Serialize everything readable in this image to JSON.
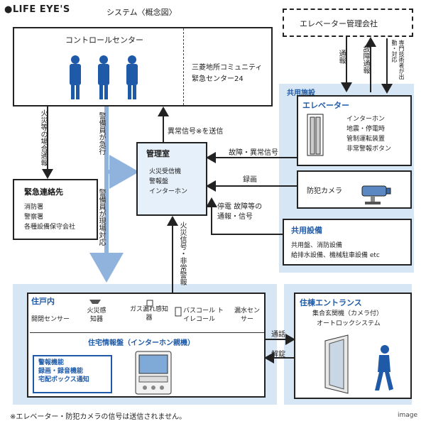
{
  "header": {
    "brand": "●LIFE EYE'S",
    "title": "システム〈概念図〉"
  },
  "control_center": {
    "title": "コントロールセンター",
    "org_line1": "三菱地所コミュニティ",
    "org_line2": "緊急センター24"
  },
  "elevator_company": {
    "title": "エレベーター管理会社"
  },
  "shared_facilities_label": "共用施設",
  "elevator": {
    "title": "エレベーター",
    "items": [
      "インターホン",
      "地震・停電時",
      "管制運転装置",
      "非常警報ボタン"
    ]
  },
  "camera": {
    "title": "防犯カメラ"
  },
  "shared_equipment": {
    "title": "共用設備",
    "line1": "共用盤、消防設備",
    "line2": "給排水設備、機械駐車設備 etc"
  },
  "emergency_contacts": {
    "title": "緊急連絡先",
    "items": [
      "消防署",
      "警察署",
      "各種設備保守会社"
    ]
  },
  "management_room": {
    "title": "管理室",
    "items": [
      "火災受信機",
      "警報盤",
      "インターホン"
    ]
  },
  "arrows": {
    "fire_notify": "火災等の場合通報",
    "guard_dispatch": "警備員が急行",
    "guard_response": "警備員が現場対応",
    "abnormal_signal": "異常信号※を送信",
    "fault_signal": "故障・異常信号",
    "recording": "録画",
    "outage_signal_1": "停電 故障等の",
    "outage_signal_2": "通報・信号",
    "fire_emergency": "火災信号・非常警報",
    "report": "通報",
    "failure_report": "故障通報",
    "dispatch_response": "専門技術者が出動・対応",
    "call": "通話",
    "unlock": "解錠"
  },
  "dwelling": {
    "title": "住戸内",
    "sensors": [
      "開閉センサー",
      "火災感知器",
      "ガス漏れ感知器",
      "バスコール トイレコール",
      "漏水センサー"
    ],
    "panel_title": "住宅情報盤（インターホン親機）",
    "features": [
      "警報機能",
      "録画・録音機能",
      "宅配ボックス通知"
    ]
  },
  "entrance": {
    "title": "住棟エントランス",
    "line1": "集合玄関機（カメラ付）",
    "line2": "オートロックシステム"
  },
  "footnote": "※エレベーター・防犯カメラの信号は送信されません。",
  "watermark": "image",
  "colors": {
    "accent": "#1e5aa8",
    "region": "#d7e6f5",
    "arrow_blue": "#8fb3dc"
  }
}
